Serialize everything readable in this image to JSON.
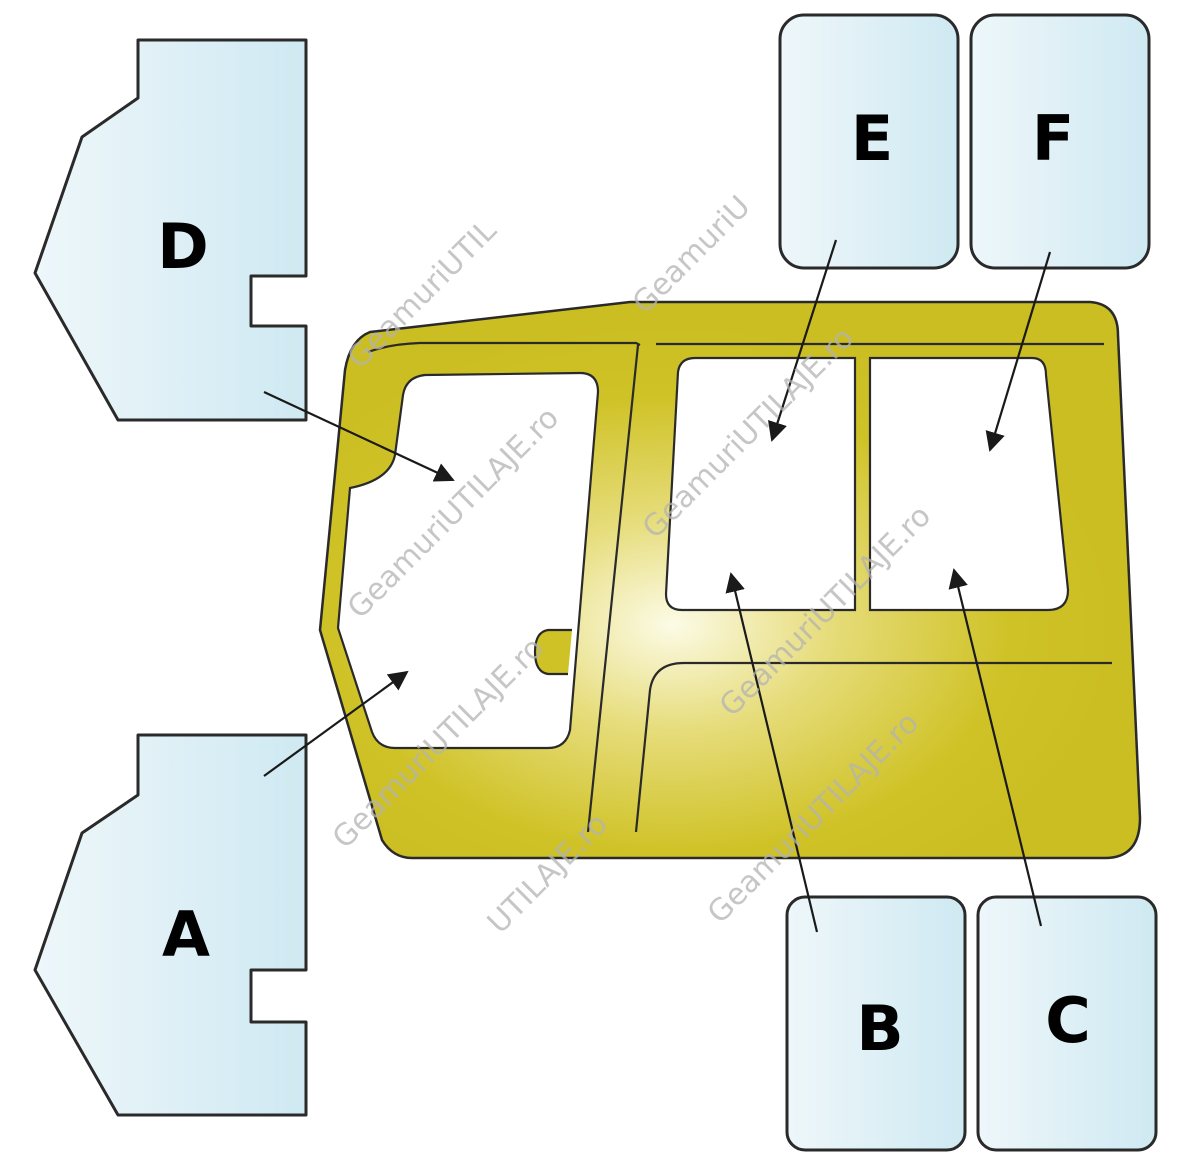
{
  "parts": [
    {
      "id": "A",
      "label": "A"
    },
    {
      "id": "B",
      "label": "B"
    },
    {
      "id": "C",
      "label": "C"
    },
    {
      "id": "D",
      "label": "D"
    },
    {
      "id": "E",
      "label": "E"
    },
    {
      "id": "F",
      "label": "F"
    }
  ],
  "watermark": {
    "text": "GeamuriUTILAJE.ro",
    "fragment_left": "GeamuriUTIL",
    "fragment_top": "GeamuriU",
    "fragment_bottom": "UTILAJE.ro"
  },
  "colors": {
    "glass_light": "#e8f4f8",
    "glass": "#d4ecf3",
    "cab_body": "#cfc226",
    "cab_highlight": "#fbf9e0",
    "outline": "#2a2a2a"
  }
}
